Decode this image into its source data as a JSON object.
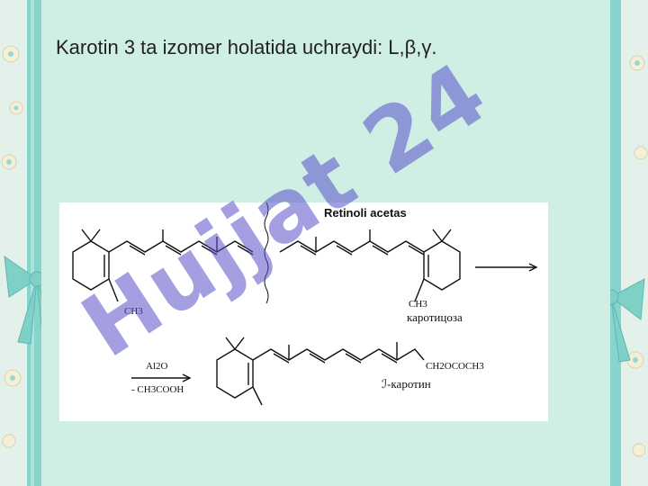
{
  "slide": {
    "title": "Karotin 3 ta izomer holatida uchraydi: L,β,γ."
  },
  "figure": {
    "heading": "Retinoli acetas",
    "labels": {
      "ch3_left": "CH3",
      "ch3_right": "CH3",
      "karotitsoza": "каротицоза",
      "reagent_top": "Al2O",
      "reagent_bottom": "- CH3COOH",
      "ester": "CH2OCOCH3",
      "product": "ℐ-каротин"
    }
  },
  "watermark": {
    "text": "Hujjat 24"
  },
  "colors": {
    "background": "#cfeee4",
    "frame": "#e9f4ef",
    "ribbon": "#7fd0c7",
    "watermark": "#5a50c8"
  }
}
